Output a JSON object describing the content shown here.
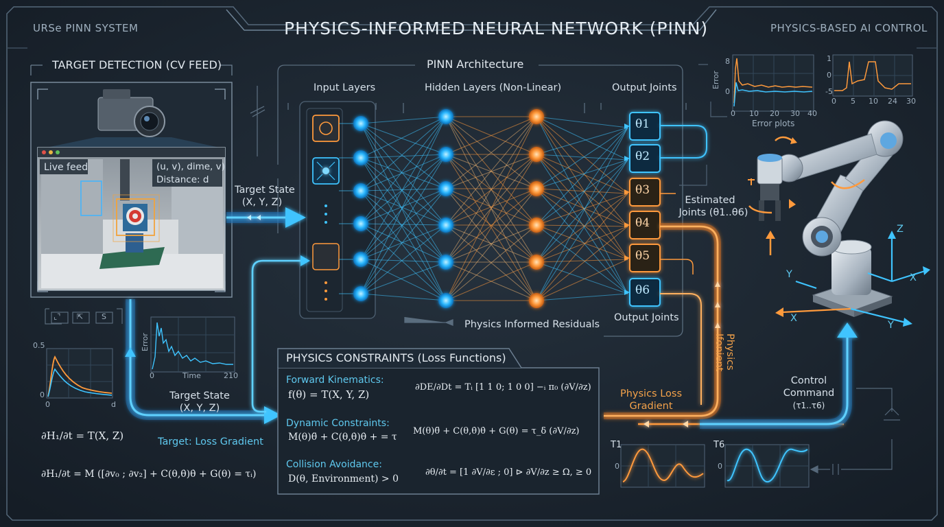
{
  "header": {
    "left": "URSe PINN SYSTEM",
    "title": "PHYSICS-INFORMED NEURAL NETWORK (PINN)",
    "right": "PHYSICS-BASED AI CONTROL"
  },
  "target_detection": {
    "title": "TARGET DETECTION (CV FEED)",
    "live_feed": "Live feed",
    "overlay_line1": "(u, v), dime, v)",
    "overlay_line2": "Distance: d",
    "icon_labels": [
      "⌞⌝",
      "⇱",
      "S"
    ]
  },
  "pinn": {
    "title": "PINN Architecture",
    "input_label": "Input Layers",
    "hidden_label": "Hidden Layers (Non-Linear)",
    "output_label": "Output Joints",
    "output_bottom": "Output Joints",
    "residuals": "Physics Informed Residuals",
    "joints": [
      "θ1",
      "θ2",
      "θ3",
      "θ4",
      "θ5",
      "θ6"
    ],
    "colors": {
      "cyan": "#3fc4ff",
      "orange": "#ff9a3c"
    }
  },
  "flow": {
    "target_state_top": "Target State",
    "target_state_top_sub": "(X, Y, Z)",
    "target_state_bottom": "Target State",
    "target_state_bottom_sub": "(X, Y, Z)",
    "target_loss": "Target: Loss Gradient",
    "estimated_joints": "Estimated",
    "estimated_joints_sub": "Joints (θ1..θ6)",
    "physics_gradient_v": "Physics",
    "physics_gradient_v2": "Ifonient",
    "physics_loss": "Physics Loss",
    "physics_loss_sub": "Gradient",
    "control_command": "Control",
    "control_command_2": "Command",
    "control_command_sub": "(τ1..τ6)"
  },
  "constraints": {
    "title_main": "PHYSICS CONSTRAINTS",
    "title_sub": "(Loss Functions)",
    "fk_label": "Forward Kinematics:",
    "fk_eq": "f(θ) = T(X, Y, Z)",
    "fk_eq2": "∂DE/∂Dt = Tᵢ [1 1 0; 1 0 0] −ᵢ π₀ (∂V/∂z)",
    "dyn_label": "Dynamic Constraints:",
    "dyn_eq": "M(θ)θ̈ + C(θ,θ̇)θ̇ + = τ",
    "dyn_eq2": "M(θ)θ̈ + C(θ,θ̇)θ̇ + G(θ) = τ_δ (∂V/∂z)",
    "col_label": "Collision Avoidance:",
    "col_eq": "D(θ, Environment) > 0",
    "col_eq2": "∂θ/∂t = [1 ∂V/∂ε ; 0] ⊳ ∂V/∂z ≥ Ω, ≥ 0"
  },
  "equations_left": {
    "eq1": "∂H₁/∂t = T(X, Z)",
    "eq2": "∂H₁/∂t = M ([∂v₀ ; ∂v₂] + C(θ,θ̇)θ̇ + G(θ) = τᵢ)"
  },
  "plots": {
    "error_plots_label": "Error plots",
    "plot1": {
      "ylabel": "Error",
      "xticks": [
        "0",
        "10",
        "20",
        "30",
        "40"
      ],
      "yticks": [
        "8",
        "0"
      ]
    },
    "plot2": {
      "xticks": [
        "0",
        "5",
        "10",
        "24",
        "30"
      ],
      "yticks": [
        "1",
        "0",
        "-5"
      ]
    },
    "plot_left_small": {
      "xticks": [
        "0",
        "d"
      ],
      "yticks": [
        "0.5",
        "0"
      ]
    },
    "plot_left_error": {
      "ylabel": "Error",
      "xlabel": "Time",
      "xticks": [
        "0",
        "210"
      ]
    },
    "tau1": {
      "label": "T1",
      "ytick": "0"
    },
    "tau6": {
      "label": "T6",
      "ytick": "0"
    }
  },
  "robot": {
    "axes": {
      "z": "Z",
      "y_left": "Y",
      "x_right": "X",
      "x_bottom": "X",
      "y_bottom": "Y"
    }
  }
}
